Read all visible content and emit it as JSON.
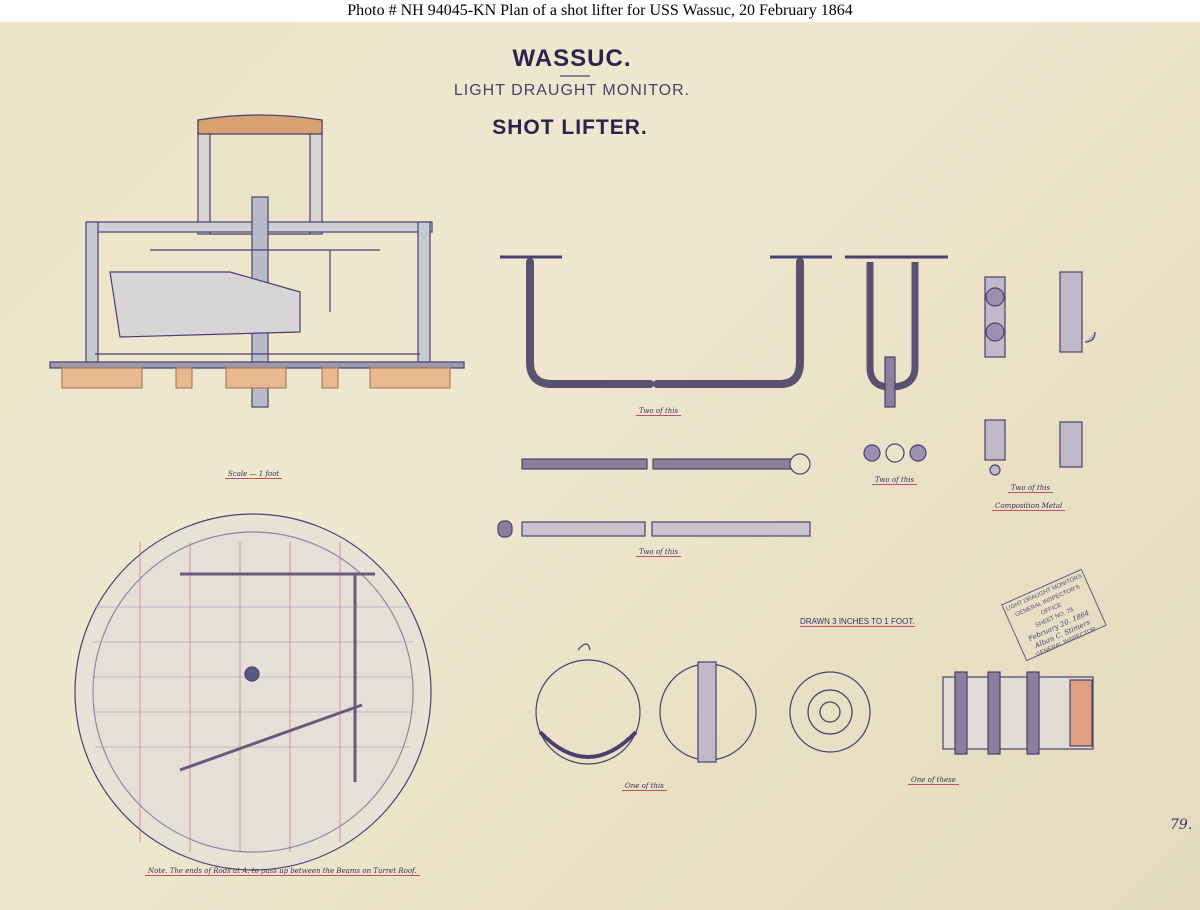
{
  "caption": "Photo #  NH 94045-KN    Plan of a shot lifter for USS Wassuc, 20 February 1864",
  "drawing": {
    "ship_name": "WASSUC.",
    "ship_type": "LIGHT DRAUGHT  MONITOR.",
    "subject": "SHOT LIFTER.",
    "scale_note": "DRAWN 3 INCHES TO 1 FOOT.",
    "sheet_number": "79.",
    "labels": {
      "section_scale": "Scale — 1 foot",
      "u_bar": "Two of this",
      "rods": "Two of this",
      "link": "Two of this",
      "pulley": "Two of this",
      "material": "Composition Metal",
      "ring_left": "One of this",
      "ring_right": "One of these",
      "note": "Note. The ends of Rods at A, to pass up between the Beams on Turret Roof."
    }
  },
  "stamp": {
    "line1": "LIGHT DRAUGHT MONITORS",
    "line2": "GENERAL INSPECTOR'S OFFICE",
    "line3": "SHEET NO. 79.",
    "date": "February 20. 1864",
    "signature": "Alban C. Stimers",
    "line4": "GENERAL INSPECTOR"
  },
  "colors": {
    "ink": "#2a2350",
    "paper": "#ece4c8",
    "accent": "#c0506a",
    "metal": "#7a6f8f"
  }
}
